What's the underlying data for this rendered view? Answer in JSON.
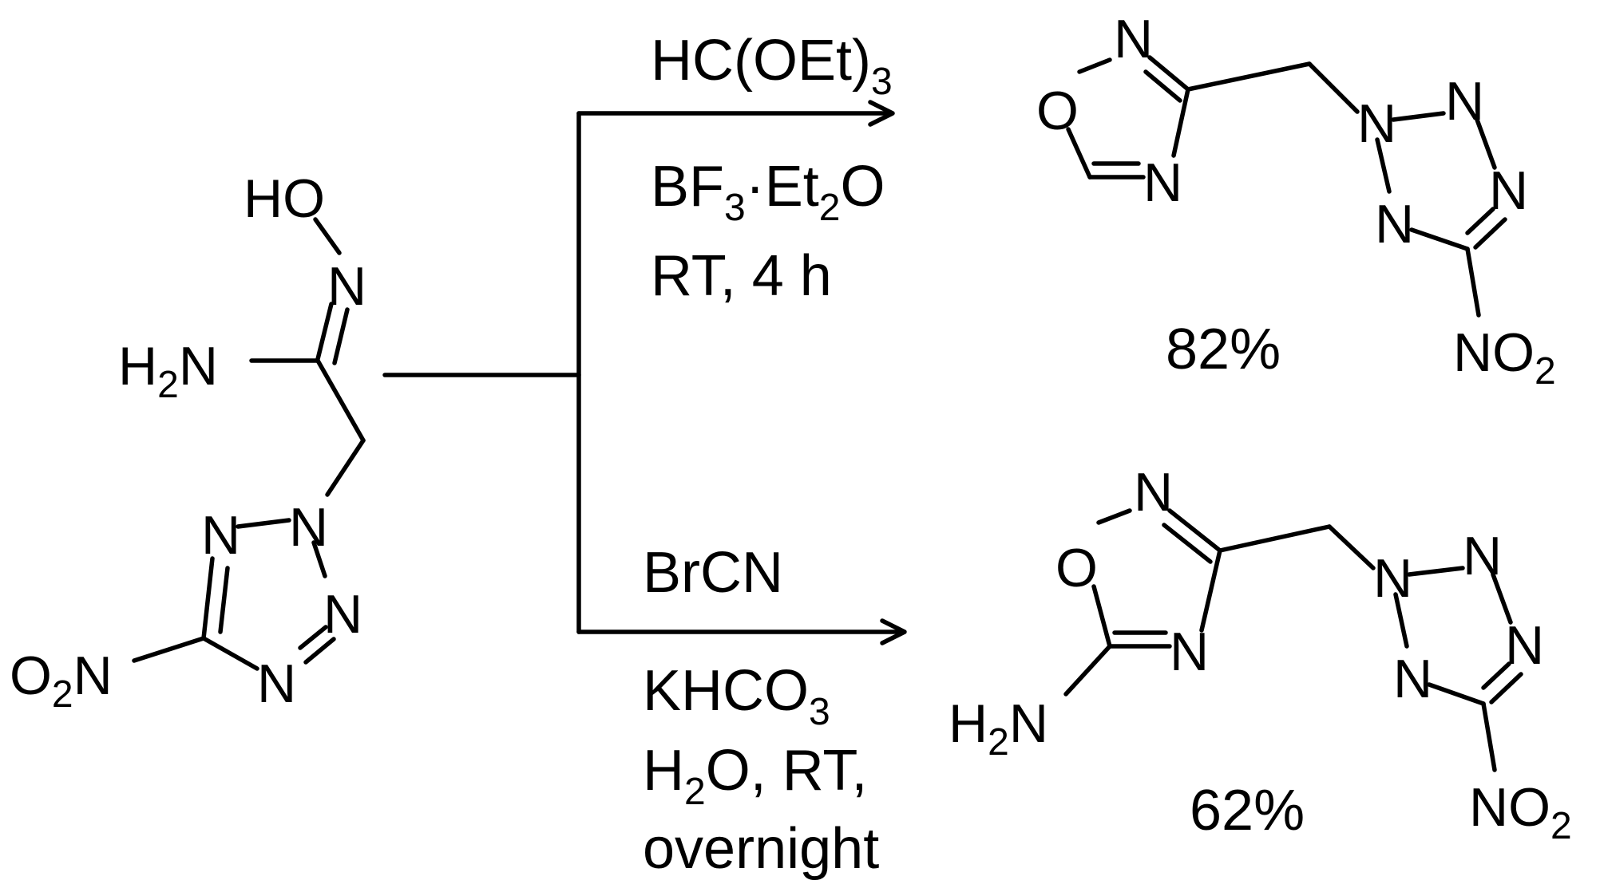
{
  "starting_material": {
    "atoms": {
      "HO": "HO",
      "N_oxime": "N",
      "H2N": {
        "pre": "H",
        "sub": "2",
        "post": "N"
      },
      "tz_N1": "N",
      "tz_N2": "N",
      "tz_N3": "N",
      "tz_N4": "N",
      "O2N": {
        "pre": "O",
        "sub": "2",
        "post": "N"
      }
    }
  },
  "route_top": {
    "reagent_1": {
      "pre": "HC(OEt)",
      "sub": "3"
    },
    "reagent_2": {
      "pre": "BF",
      "sub": "3",
      "mid": "·Et",
      "sub2": "2",
      "post": "O"
    },
    "conditions": "RT,  4 h"
  },
  "route_bottom": {
    "reagent_1": "BrCN",
    "reagent_2": {
      "pre": "KHCO",
      "sub": "3"
    },
    "conditions_1": {
      "pre": "H",
      "sub": "2",
      "post": "O, RT,"
    },
    "conditions_2": "overnight"
  },
  "product_top": {
    "yield": "82%",
    "atoms": {
      "ox_O": "O",
      "ox_N2": "N",
      "ox_N4": "N",
      "tz_N1": "N",
      "tz_N2": "N",
      "tz_N3": "N",
      "tz_N4": "N",
      "NO2": {
        "pre": "NO",
        "sub": "2"
      }
    }
  },
  "product_bottom": {
    "yield": "62%",
    "atoms": {
      "ox_O": "O",
      "ox_N2": "N",
      "ox_N4": "N",
      "H2N": {
        "pre": "H",
        "sub": "2",
        "post": "N"
      },
      "tz_N1": "N",
      "tz_N2": "N",
      "tz_N3": "N",
      "tz_N4": "N",
      "NO2": {
        "pre": "NO",
        "sub": "2"
      }
    }
  }
}
